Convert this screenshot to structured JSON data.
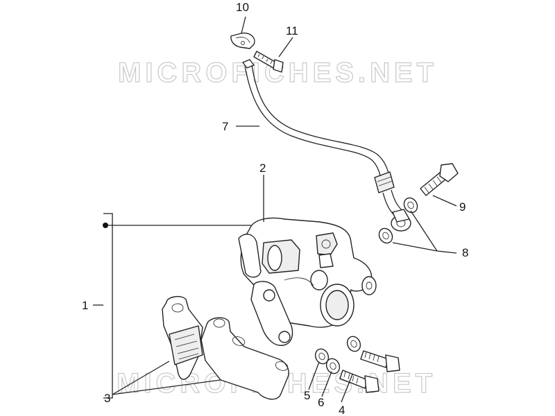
{
  "watermark": {
    "text": "MICROFICHES.NET"
  },
  "callouts": {
    "c1": "1",
    "c2": "2",
    "c3": "3",
    "c4": "4",
    "c5": "5",
    "c6": "6",
    "c7": "7",
    "c8": "8",
    "c9": "9",
    "c10": "10",
    "c11": "11"
  },
  "colors": {
    "line": "#222222",
    "watermark": "#c9c9c9",
    "background": "#ffffff"
  }
}
